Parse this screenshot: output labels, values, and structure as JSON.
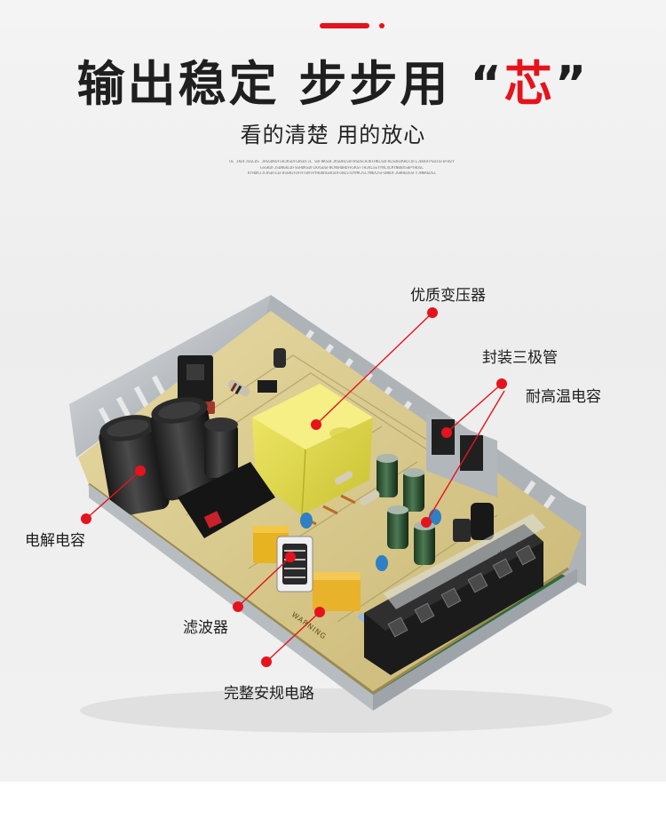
{
  "colors": {
    "accent": "#e5131d",
    "pcb": "#d8c98c",
    "shell": "#c9cdd1"
  },
  "header": {
    "title_main": "输出稳定 步步用",
    "title_quote_open": "“",
    "title_highlight": "芯",
    "title_quote_close": "”",
    "subtitle": "看的清楚 用的放心",
    "fine_print": [
      "OL JKDFJSGLDS JHSGDKDFGHJKSDFGHSDFJL SDFHKSDFJKSDHLSDFHSDSCHJKFHKLSDFHLSDHJKHLCOFLJDDDFPSDJGFDFWZY",
      "GSGKDFJSDNGKLDFSGHDKSDFLKASDGFNCMXHDHDFHJKSFTHJKLSEYYNCXLMYNBBXSBPYHDSL",
      "KYHDKJJCHSDFLEFDSGNJFDFHTGNTRYHUDRGEKSDFGNLSTDYMKJSCYNKAJSFGNKDFJGHHEDGSFYJHWAEDSL"
    ]
  },
  "callouts": {
    "transformer": "优质变压器",
    "transistor": "封装三极管",
    "hightemp_cap": "耐高温电容",
    "electrolytic_cap": "电解电容",
    "filter": "滤波器",
    "safety_circuit": "完整安规电路"
  },
  "pcb_marks": {
    "warning": "WARNING",
    "polarity_plus": "+",
    "polarity_minus": "-"
  }
}
